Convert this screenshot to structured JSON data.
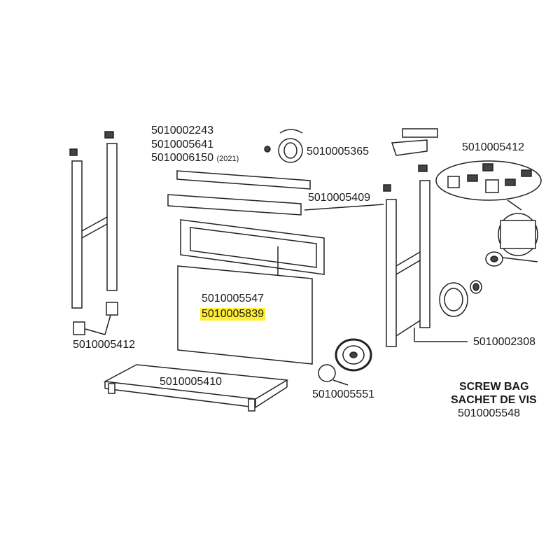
{
  "parts": {
    "p_2243": "5010002243",
    "p_5641": "5010005641",
    "p_6150": "5010006150",
    "p_6150_note": "(2021)",
    "p_5365": "5010005365",
    "p_5412_right": "5010005412",
    "p_5409": "5010005409",
    "p_5547": "5010005547",
    "p_5839": "5010005839",
    "p_2308": "5010002308",
    "p_5412_left": "5010005412",
    "p_5410": "5010005410",
    "p_5551": "5010005551"
  },
  "screw_bag": {
    "line1": "SCREW BAG",
    "line2": "SACHET DE VIS",
    "part": "5010005548"
  },
  "highlight_color": "#ffee33"
}
